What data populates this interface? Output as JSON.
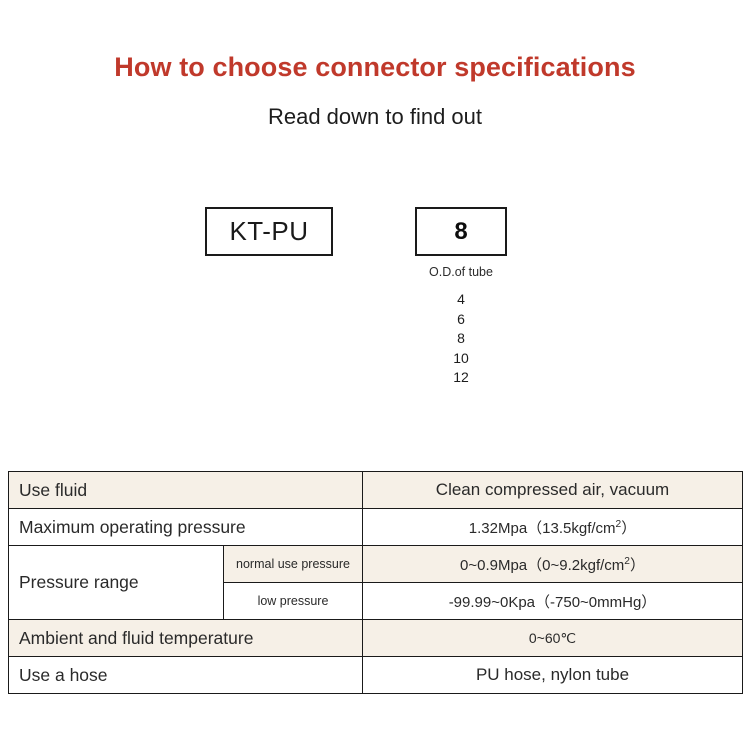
{
  "header": {
    "title": "How to choose connector specifications",
    "subtitle": "Read down to find out",
    "title_color": "#c0392b"
  },
  "part_code": {
    "series_box": {
      "value": "KT-PU"
    },
    "size_box": {
      "value": "8",
      "caption": "O.D.of tube",
      "options": [
        "4",
        "6",
        "8",
        "10",
        "12"
      ]
    }
  },
  "spec_table": {
    "colors": {
      "stripe": "#f6f0e7",
      "plain": "#ffffff",
      "border": "#1a1a1a"
    },
    "rows": [
      {
        "label": "Use fluid",
        "value": "Clean compressed air, vacuum"
      },
      {
        "label": "Maximum operating pressure",
        "value_main": "1.32Mpa",
        "value_paren_open": "（13.5kgf/cm",
        "value_sup": "2",
        "value_paren_close": "）"
      },
      {
        "label": "Pressure range",
        "sub_rows": [
          {
            "sublabel": "normal use pressure",
            "value_main": "0~0.9Mpa",
            "value_paren_open": "（0~9.2kgf/cm",
            "value_sup": "2",
            "value_paren_close": "）"
          },
          {
            "sublabel": "low pressure",
            "value": "-99.99~0Kpa（-750~0mmHg）"
          }
        ]
      },
      {
        "label": "Ambient and fluid temperature",
        "value": "0~60℃"
      },
      {
        "label": "Use a hose",
        "value": "PU hose, nylon tube"
      }
    ]
  }
}
